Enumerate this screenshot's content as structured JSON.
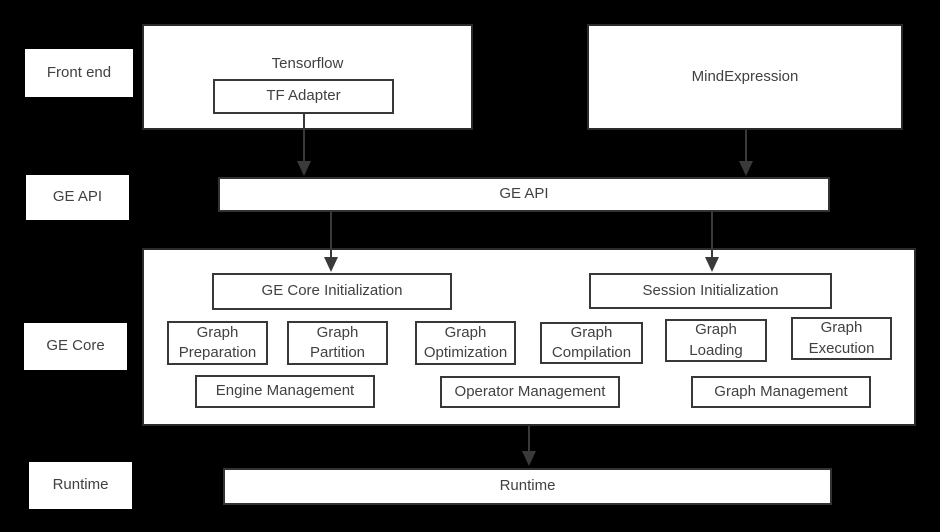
{
  "colors": {
    "background": "#000000",
    "box_fill": "#ffffff",
    "inner_border": "#383838",
    "outer_border": "#2b2b2b",
    "text": "#414141",
    "arrow": "#3a3a3a"
  },
  "side_labels": [
    {
      "label": "Front end"
    },
    {
      "label": "GE API"
    },
    {
      "label": "GE Core"
    },
    {
      "label": "Runtime"
    }
  ],
  "frontend": {
    "tensorflow_title": "Tensorflow",
    "tf_adapter": "TF Adapter",
    "mindexpression": "MindExpression"
  },
  "api": {
    "label": "GE API"
  },
  "core": {
    "init": [
      "GE Core Initialization",
      "Session Initialization"
    ],
    "stages": [
      "Graph Preparation",
      "Graph Partition",
      "Graph Optimization",
      "Graph Compilation",
      "Graph Loading",
      "Graph Execution"
    ],
    "management": [
      "Engine Management",
      "Operator Management",
      "Graph Management"
    ]
  },
  "runtime": {
    "label": "Runtime"
  }
}
